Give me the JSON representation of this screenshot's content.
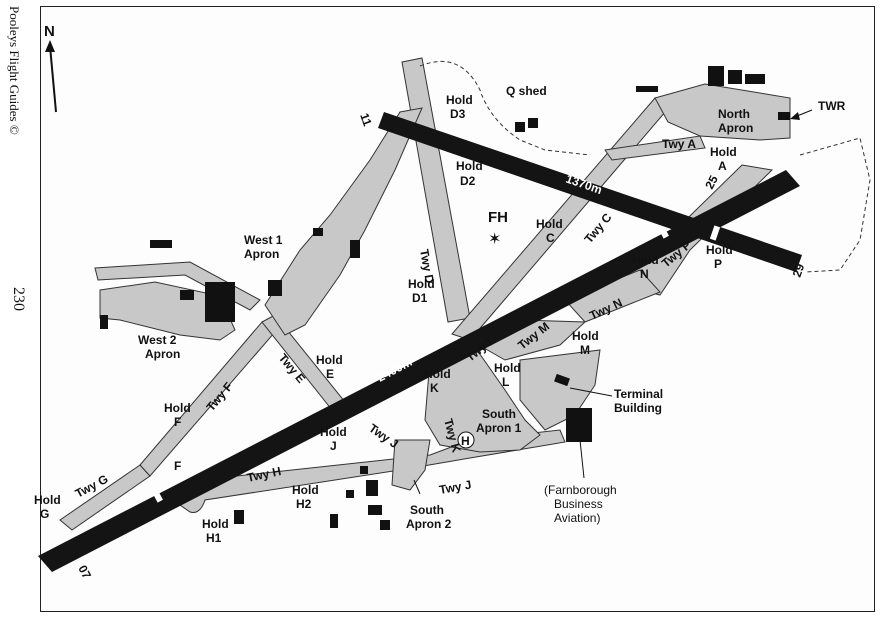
{
  "publisher": "Pooleys Flight Guides ©",
  "page_number": "230",
  "north_label": "N",
  "colors": {
    "pavement": "#c8c8c8",
    "runway": "#141414",
    "building": "#111111",
    "outline": "#333333"
  },
  "runways": [
    {
      "id": "07-25",
      "length_label": "2400m",
      "end_a": "07",
      "end_b": "25"
    },
    {
      "id": "11-29",
      "length_label": "1370m",
      "end_a": "11",
      "end_b": "29"
    }
  ],
  "aerodrome_code": "FH",
  "labels": {
    "q_shed": "Q shed",
    "twr": "TWR",
    "north_apron_1": "North",
    "north_apron_2": "Apron",
    "west1_1": "West 1",
    "west1_2": "Apron",
    "west2_1": "West 2",
    "west2_2": "Apron",
    "south1_1": "South",
    "south1_2": "Apron 1",
    "south2_1": "South",
    "south2_2": "Apron 2",
    "terminal_1": "Terminal",
    "terminal_2": "Building",
    "fba_1": "(Farnborough",
    "fba_2": "Business",
    "fba_3": "Aviation)",
    "heliport": "H"
  },
  "taxiways": {
    "a": "Twy A",
    "c": "Twy C",
    "d": "Twy D",
    "e": "Twy E",
    "f": "Twy F",
    "g": "Twy G",
    "h": "Twy H",
    "j": "Twy J",
    "j2": "Twy J",
    "k": "Twy K",
    "l": "Twy L",
    "m": "Twy M",
    "n": "Twy N",
    "p": "Twy P"
  },
  "holds": {
    "hold_word": "Hold",
    "a": "A",
    "c": "C",
    "d1": "D1",
    "d2": "D2",
    "d3": "D3",
    "e": "E",
    "f": "F",
    "f_plain": "F",
    "g": "G",
    "h1": "H1",
    "h2": "H2",
    "j": "J",
    "k": "K",
    "l": "L",
    "m": "M",
    "n": "N",
    "p": "P"
  }
}
